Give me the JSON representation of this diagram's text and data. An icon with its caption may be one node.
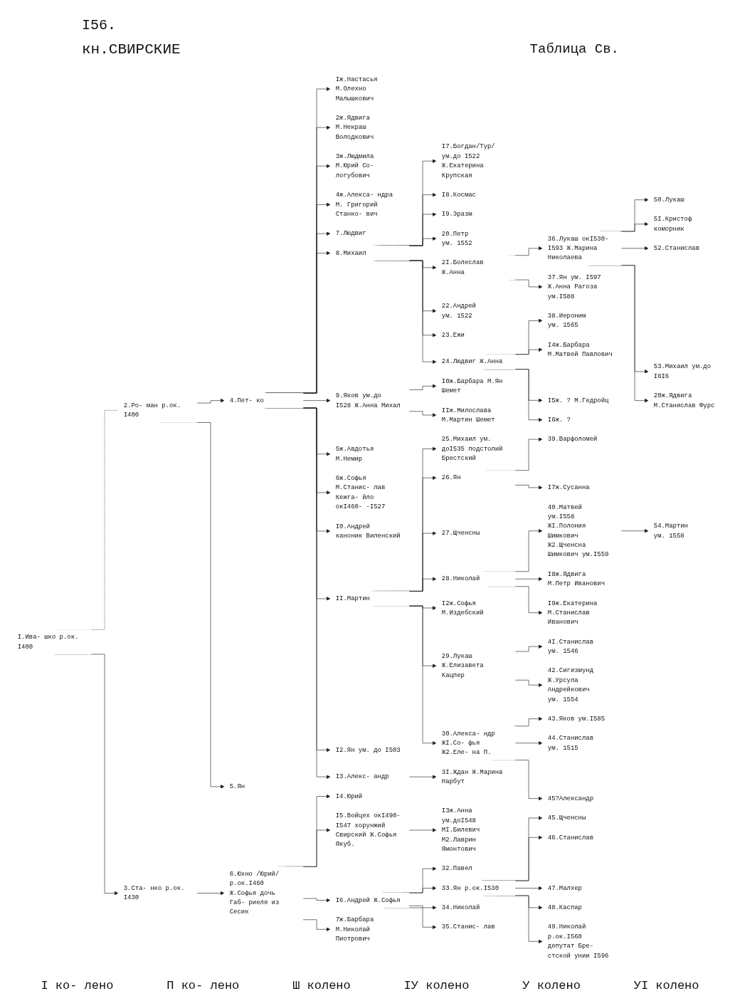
{
  "diagram": {
    "title": "кн.СВИРСКИЕ",
    "nodes": [
      {
        "text": [
          "I.Ива- шко р.ок. I400"
        ]
      },
      {
        "text": [
          "2.Ро- ман р.ок. I400"
        ]
      },
      {
        "text": [
          "3.Ста- нко р.ок. I430"
        ]
      },
      {
        "text": [
          "4.Пет- ко"
        ]
      },
      {
        "text": [
          "5.Ян"
        ]
      },
      {
        "text": [
          "6.Юхно /Юрий/ р.ок.I460 Ж.Софья дочь Габ- риеля из Сесик"
        ]
      },
      {
        "text": [
          "Iж.Настасья М.Олехно Малышкович"
        ]
      },
      {
        "text": [
          "2ж.Ядвига М.Некраш Володкович"
        ]
      },
      {
        "text": [
          "3ж.Людмила М.Юрий Со- логубович"
        ]
      },
      {
        "text": [
          "4ж.Алекса- ндра М. Григорий Станко- вич"
        ]
      },
      {
        "text": [
          "7.Людвиг"
        ]
      },
      {
        "text": [
          "8.Михаил"
        ]
      },
      {
        "text": [
          "9.Яков ум.до I528 Ж.Анна Михал"
        ]
      },
      {
        "text": [
          "5ж.Авдотья М.Немир"
        ]
      },
      {
        "text": [
          "6ж.Софья М.Станис- лав Кежга- йло окI460- -I527"
        ]
      },
      {
        "text": [
          "I0.Андрей каноник Виленский"
        ]
      },
      {
        "text": [
          "II.Мартин"
        ]
      },
      {
        "text": [
          "I2.Ян ум. до I503"
        ]
      },
      {
        "text": [
          "I3.Алекс- андр"
        ]
      },
      {
        "text": [
          "I4.Юрий"
        ]
      },
      {
        "text": [
          "I5.Войцех окI490-I547 хорунжий Свирский Ж.Софья Якуб."
        ]
      },
      {
        "text": [
          "I6.Андрей Ж.Софья"
        ]
      },
      {
        "text": [
          "7ж.Барбара М.Николай Пиотрович"
        ]
      },
      {
        "text": [
          "I7.Богдан/Тур/ ум.до I522 Ж.Екатерина Крупская"
        ]
      },
      {
        "text": [
          "I8.Космас"
        ]
      },
      {
        "text": [
          "I9.Эразм"
        ]
      },
      {
        "text": [
          "20.Петр",
          "ум. 1552"
        ]
      },
      {
        "text": [
          "2I.Болеслав Ж.Анна"
        ]
      },
      {
        "text": [
          "22.Андрей",
          "ум. 1522"
        ]
      },
      {
        "text": [
          "23.Ежи"
        ]
      },
      {
        "text": [
          "24.Людвиг Ж.Анна"
        ]
      },
      {
        "text": [
          "I0ж.Барбара М.Ян Шемет"
        ]
      },
      {
        "text": [
          "IIж.Милослава М.Мартин Шемет"
        ]
      },
      {
        "text": [
          "25.Михаил ум. доI535 подстолий Брестский"
        ]
      },
      {
        "text": [
          "26.Ян"
        ]
      },
      {
        "text": [
          "27.Щченсны"
        ]
      },
      {
        "text": [
          "28.Николай"
        ]
      },
      {
        "text": [
          "I2ж.Софья М.Издебский"
        ]
      },
      {
        "text": [
          "29.Лукаш Ж.Елизавета Кацпер"
        ]
      },
      {
        "text": [
          "30.Алекса- ндр ЖI.Со- фья Ж2.Еле- на П."
        ]
      },
      {
        "text": [
          "3I.Ждан Ж.Марина Нарбут"
        ]
      },
      {
        "text": [
          "I3ж.Анна ум.доI548 МI.Билевич М2.Лаврин Ямонтович"
        ]
      },
      {
        "text": [
          "32.Павел"
        ]
      },
      {
        "text": [
          "33.Ян р.ок.I530"
        ]
      },
      {
        "text": [
          "34.Николай"
        ]
      },
      {
        "text": [
          "35.Станис- лав"
        ]
      },
      {
        "text": [
          "36.Лукаш окI530-I593 Ж.Марина Николаева"
        ]
      },
      {
        "text": [
          "37.Ян ум. I597 Ж.Анна Рагоза ум.I588"
        ]
      },
      {
        "text": [
          "38.Иероним",
          "ум. 1565"
        ]
      },
      {
        "text": [
          "I4ж.Барбара М.Матвей Павлович"
        ]
      },
      {
        "text": [
          "I5ж. ? М.Гедройц"
        ]
      },
      {
        "text": [
          "I6ж. ?"
        ]
      },
      {
        "text": [
          "39.Варфоломей"
        ]
      },
      {
        "text": [
          "I7ж.Сусанна"
        ]
      },
      {
        "text": [
          "40.Матвей ум.I558 ЖI.Полония Шимкович Ж2.Щченсна Шимкович ум.I559"
        ]
      },
      {
        "text": [
          "I8ж.Ядвига М.Петр Иванович"
        ]
      },
      {
        "text": [
          "I9ж.Екатерина М.Станислав Иванович"
        ]
      },
      {
        "text": [
          "4I.Станислав",
          "ум. 1546"
        ]
      },
      {
        "text": [
          "42.Сигизмунд Ж.Урсула Андрейкович",
          "ум. 1554"
        ]
      },
      {
        "text": [
          "43.Яков ум.I585"
        ]
      },
      {
        "text": [
          "44.Станислав",
          "ум. 1515"
        ]
      },
      {
        "text": [
          "45?Александр"
        ]
      },
      {
        "text": [
          "45.Щченсны"
        ]
      },
      {
        "text": [
          "46.Станислав"
        ]
      },
      {
        "text": [
          "47.Малхер"
        ]
      },
      {
        "text": [
          "48.Каспар"
        ]
      },
      {
        "text": [
          "49.Николай р.ок.I560 депутат Бре- стской унии I596"
        ]
      },
      {
        "text": [
          "50.Лукаш"
        ]
      },
      {
        "text": [
          "5I.Кристоф коморник"
        ]
      },
      {
        "text": [
          "52.Станислав"
        ]
      },
      {
        "text": [
          "53.Михаил ум.до I6I6"
        ]
      },
      {
        "text": [
          "20ж.Ядвига М.Станислав Фурс"
        ]
      },
      {
        "text": [
          "54.Мартин",
          "ум. 1558"
        ]
      }
    ],
    "edges": [
      {
        "from": 0,
        "to": 1,
        "arrow": "none",
        "style": "dashed"
      },
      {
        "from": 0,
        "to": 2,
        "arrow": "to"
      },
      {
        "from": 1,
        "to": 3,
        "arrow": "to"
      },
      {
        "from": 1,
        "to": 4,
        "arrow": "to"
      },
      {
        "from": 2,
        "to": 5,
        "arrow": "to"
      },
      {
        "from": 3,
        "to": 6,
        "arrow": "to"
      },
      {
        "from": 3,
        "to": 7,
        "arrow": "to"
      },
      {
        "from": 3,
        "to": 8,
        "arrow": "to"
      },
      {
        "from": 3,
        "to": 9,
        "arrow": "to"
      },
      {
        "from": 3,
        "to": 10,
        "arrow": "to"
      },
      {
        "from": 3,
        "to": 11,
        "arrow": "to"
      },
      {
        "from": 3,
        "to": 12,
        "arrow": "to"
      },
      {
        "from": 3,
        "to": 13,
        "arrow": "to"
      },
      {
        "from": 3,
        "to": 14,
        "arrow": "to"
      },
      {
        "from": 3,
        "to": 15,
        "arrow": "to"
      },
      {
        "from": 3,
        "to": 16,
        "arrow": "to"
      },
      {
        "from": 3,
        "to": 17,
        "arrow": "to"
      },
      {
        "from": 3,
        "to": 18,
        "arrow": "to"
      },
      {
        "from": 5,
        "to": 19,
        "arrow": "to"
      },
      {
        "from": 5,
        "to": 20,
        "arrow": "to"
      },
      {
        "from": 5,
        "to": 21,
        "arrow": "to"
      },
      {
        "from": 5,
        "to": 22,
        "arrow": "to"
      },
      {
        "from": 11,
        "to": 23,
        "arrow": "to"
      },
      {
        "from": 11,
        "to": 24,
        "arrow": "to"
      },
      {
        "from": 11,
        "to": 25,
        "arrow": "to"
      },
      {
        "from": 11,
        "to": 26,
        "arrow": "to"
      },
      {
        "from": 11,
        "to": 27,
        "arrow": "to"
      },
      {
        "from": 11,
        "to": 28,
        "arrow": "to"
      },
      {
        "from": 11,
        "to": 29,
        "arrow": "to"
      },
      {
        "from": 11,
        "to": 30,
        "arrow": "to"
      },
      {
        "from": 12,
        "to": 31,
        "arrow": "to"
      },
      {
        "from": 12,
        "to": 32,
        "arrow": "to"
      },
      {
        "from": 16,
        "to": 33,
        "arrow": "to"
      },
      {
        "from": 16,
        "to": 34,
        "arrow": "to"
      },
      {
        "from": 16,
        "to": 35,
        "arrow": "to"
      },
      {
        "from": 16,
        "to": 36,
        "arrow": "to"
      },
      {
        "from": 16,
        "to": 37,
        "arrow": "to"
      },
      {
        "from": 16,
        "to": 38,
        "arrow": "to"
      },
      {
        "from": 16,
        "to": 39,
        "arrow": "to"
      },
      {
        "from": 18,
        "to": 40,
        "arrow": "to"
      },
      {
        "from": 20,
        "to": 41,
        "arrow": "to"
      },
      {
        "from": 21,
        "to": 42,
        "arrow": "to"
      },
      {
        "from": 21,
        "to": 43,
        "arrow": "to"
      },
      {
        "from": 21,
        "to": 44,
        "arrow": "to"
      },
      {
        "from": 21,
        "to": 45,
        "arrow": "to"
      },
      {
        "from": 27,
        "to": 46,
        "arrow": "to"
      },
      {
        "from": 27,
        "to": 47,
        "arrow": "to"
      },
      {
        "from": 30,
        "to": 48,
        "arrow": "to"
      },
      {
        "from": 30,
        "to": 49,
        "arrow": "to"
      },
      {
        "from": 30,
        "to": 50,
        "arrow": "to"
      },
      {
        "from": 30,
        "to": 51,
        "arrow": "to"
      },
      {
        "from": 34,
        "to": 52,
        "arrow": "to"
      },
      {
        "from": 34,
        "to": 53,
        "arrow": "to"
      },
      {
        "from": 36,
        "to": 54,
        "arrow": "to"
      },
      {
        "from": 36,
        "to": 55,
        "arrow": "to"
      },
      {
        "from": 36,
        "to": 56,
        "arrow": "to"
      },
      {
        "from": 38,
        "to": 57,
        "arrow": "to"
      },
      {
        "from": 38,
        "to": 58,
        "arrow": "to"
      },
      {
        "from": 39,
        "to": 59,
        "arrow": "to"
      },
      {
        "from": 39,
        "to": 60,
        "arrow": "to"
      },
      {
        "from": 39,
        "to": 61,
        "arrow": "to"
      },
      {
        "from": 43,
        "to": 62,
        "arrow": "to"
      },
      {
        "from": 43,
        "to": 63,
        "arrow": "to"
      },
      {
        "from": 43,
        "to": 64,
        "arrow": "to"
      },
      {
        "from": 43,
        "to": 65,
        "arrow": "to"
      },
      {
        "from": 43,
        "to": 66,
        "arrow": "to"
      },
      {
        "from": 46,
        "to": 67,
        "arrow": "to"
      },
      {
        "from": 46,
        "to": 68,
        "arrow": "to"
      },
      {
        "from": 46,
        "to": 69,
        "arrow": "to"
      },
      {
        "from": 46,
        "to": 70,
        "arrow": "to"
      },
      {
        "from": 46,
        "to": 71,
        "arrow": "to"
      },
      {
        "from": 54,
        "to": 72,
        "arrow": "to"
      }
    ],
    "labels": [
      "I56.",
      "Таблица Св.",
      "I ко- лено",
      "П ко- лено",
      "Ш колено",
      "IУ колено",
      "У колено",
      "УI колено"
    ]
  }
}
